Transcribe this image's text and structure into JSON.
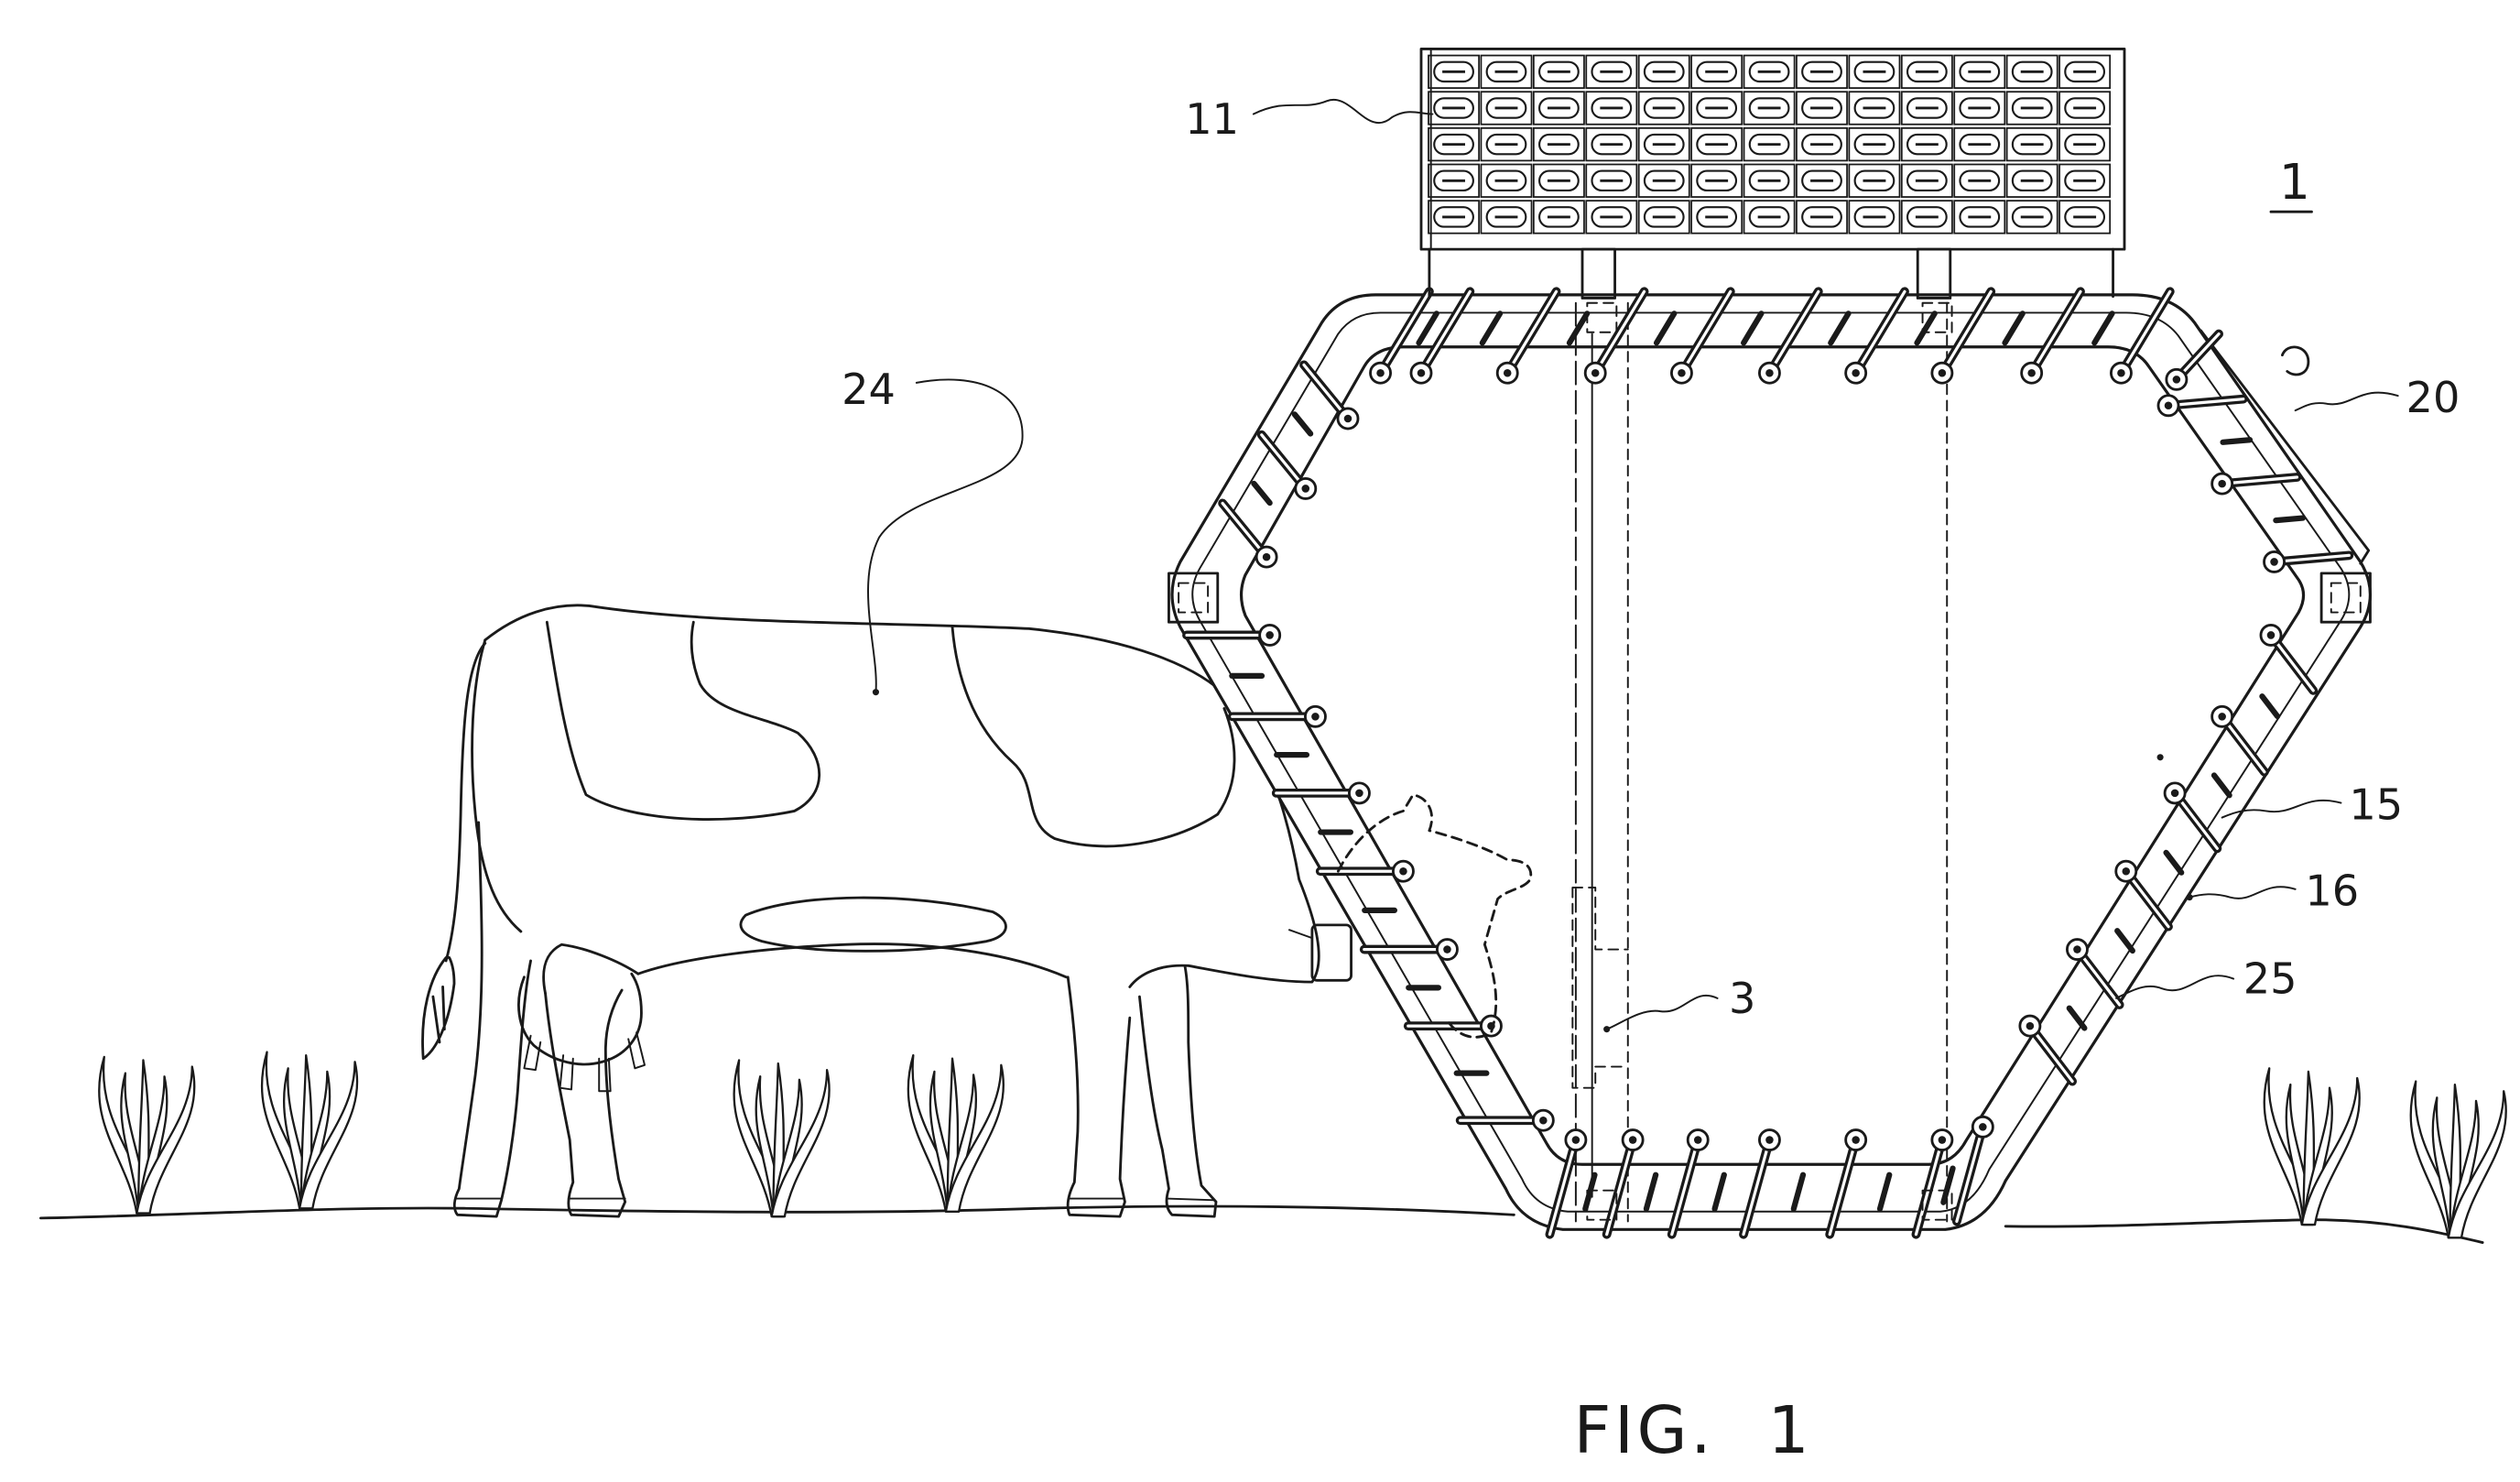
{
  "figure": {
    "caption": "FIG. 1",
    "reference_numerals": [
      "1",
      "11",
      "24",
      "20",
      "15",
      "16",
      "25",
      "3"
    ]
  },
  "colors": {
    "ink": "#1a1a1a",
    "background": "#ffffff"
  }
}
